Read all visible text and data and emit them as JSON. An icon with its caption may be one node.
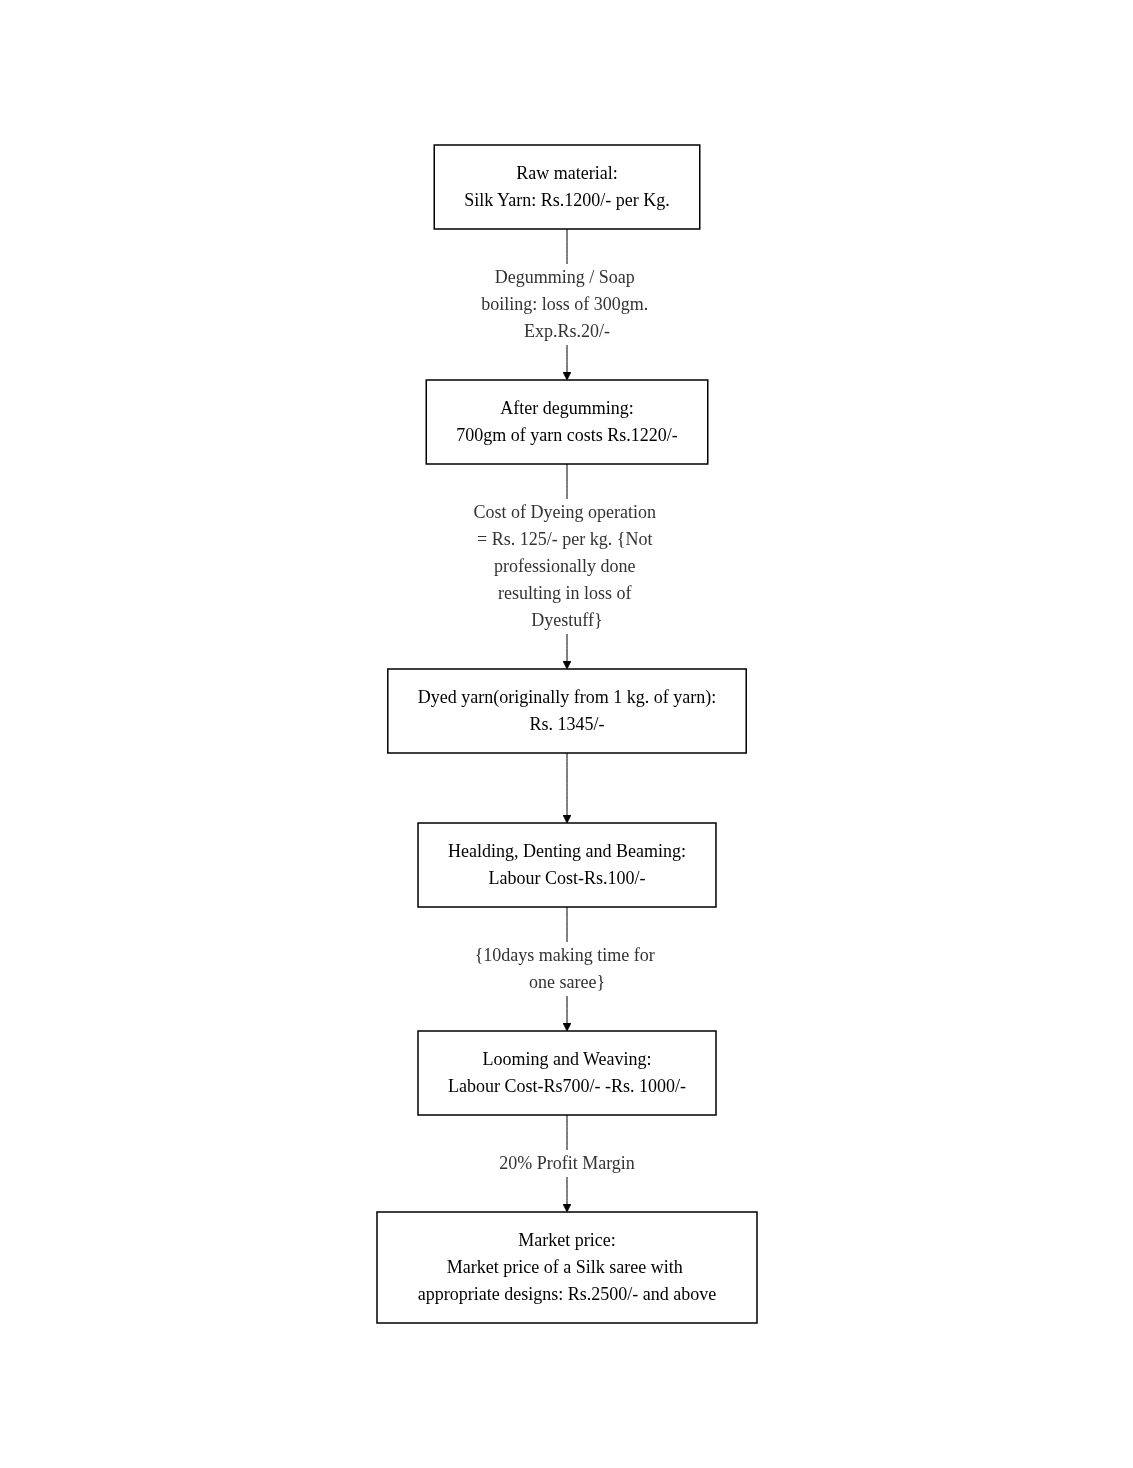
{
  "diagram": {
    "nodes": [
      {
        "text": [
          "Raw material:",
          "Silk Yarn: Rs.1200/- per Kg."
        ]
      },
      {
        "text": [
          "After degumming:",
          "700gm of yarn costs Rs.1220/-"
        ]
      },
      {
        "text": [
          "Dyed yarn(originally from 1 kg. of yarn):",
          "Rs. 1345/-"
        ]
      },
      {
        "text": [
          "Healding, Denting and Beaming:",
          "Labour Cost-Rs.100/-"
        ]
      },
      {
        "text": [
          "Looming and Weaving:",
          "Labour Cost-Rs700/- -Rs. 1000/-"
        ]
      },
      {
        "text": [
          "Market price:",
          "Market price of a Silk saree with appropriate designs: Rs.2500/- and above"
        ]
      }
    ],
    "edges": [
      {
        "from": 0,
        "to": 1,
        "arrow": "to",
        "label": "Degumming / Soap boiling: loss of 300gm. Exp.Rs.20/-"
      },
      {
        "from": 1,
        "to": 2,
        "arrow": "to",
        "label": "Cost of Dyeing operation = Rs. 125/- per kg. {Not professionally done resulting in loss of Dyestuff}"
      },
      {
        "from": 2,
        "to": 3,
        "arrow": "to"
      },
      {
        "from": 3,
        "to": 4,
        "arrow": "to",
        "label": "{10days making time for one saree}"
      },
      {
        "from": 4,
        "to": 5,
        "arrow": "to",
        "label": "20% Profit Margin"
      }
    ]
  }
}
